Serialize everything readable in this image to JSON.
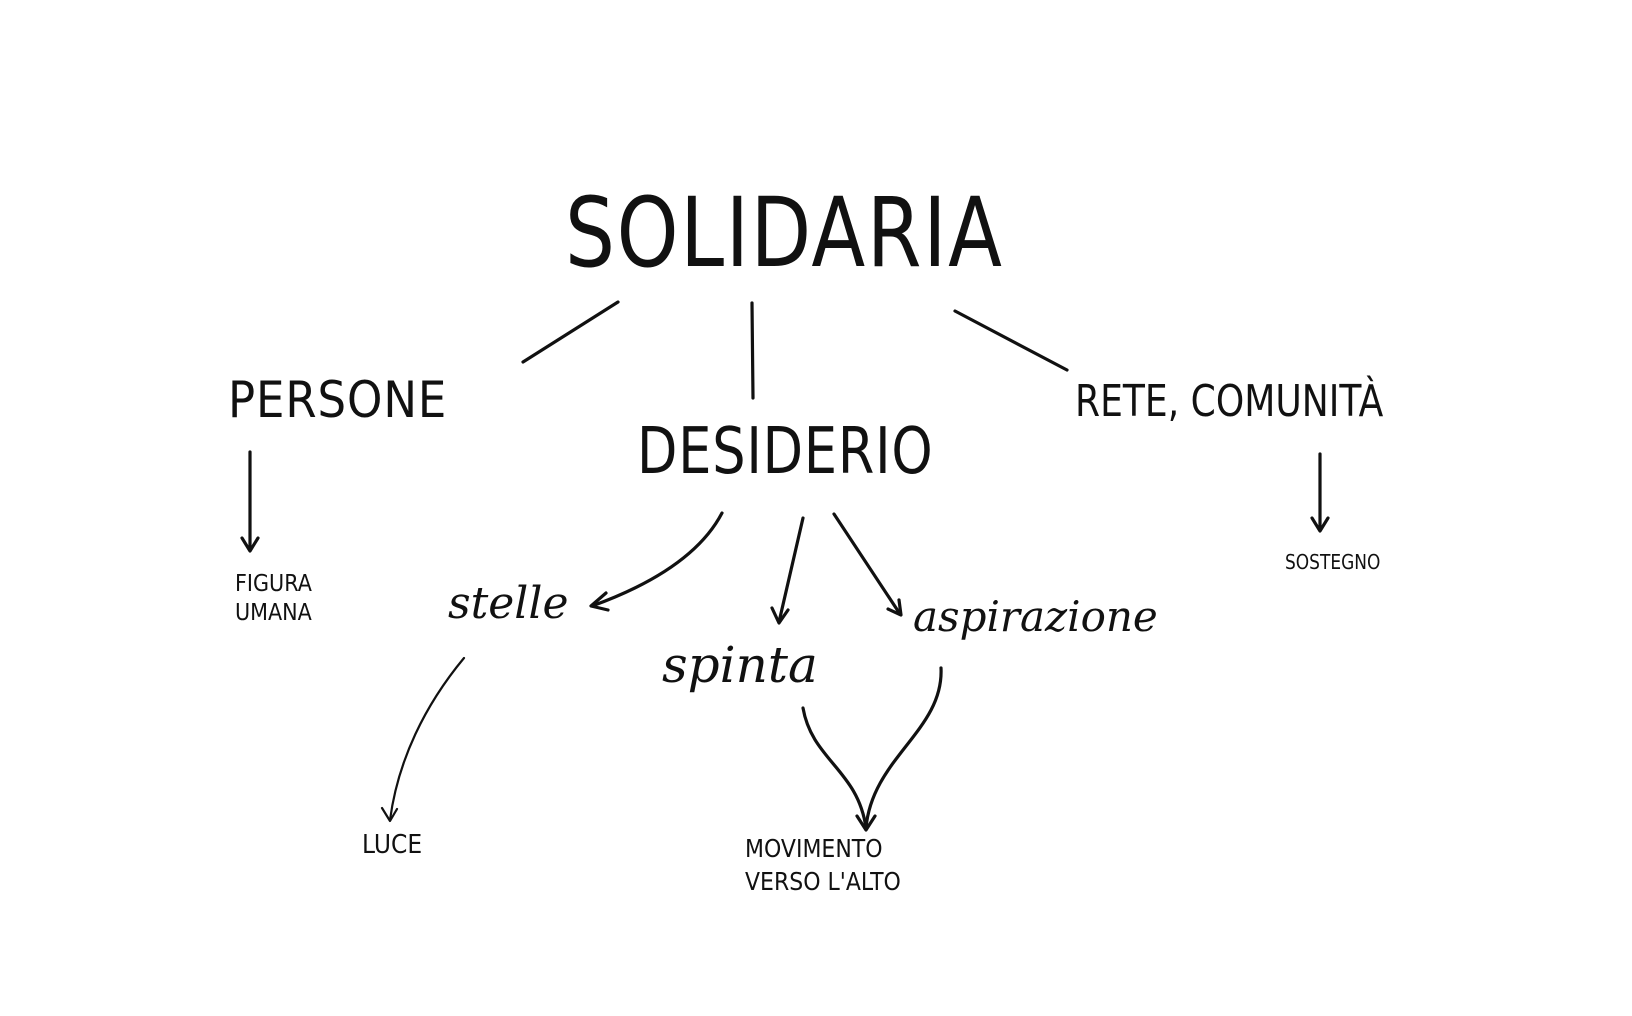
{
  "diagram": {
    "root": "SOLIDARIA",
    "branches": [
      {
        "id": "persone",
        "label": "PERSONE",
        "children": [
          {
            "id": "figura",
            "lines": [
              "FIGURA",
              "UMANA"
            ]
          }
        ]
      },
      {
        "id": "desiderio",
        "label": "DESIDERIO",
        "children": [
          {
            "id": "stelle",
            "label": "stelle",
            "children": [
              {
                "id": "luce",
                "label": "LUCE"
              }
            ]
          },
          {
            "id": "spinta",
            "label": "spinta"
          },
          {
            "id": "aspirazione",
            "label": "aspirazione"
          }
        ],
        "merge": {
          "from": [
            "spinta",
            "aspirazione"
          ],
          "lines": [
            "MOVIMENTO",
            "VERSO L'ALTO"
          ]
        }
      },
      {
        "id": "rete",
        "label": "RETE, COMUNITÀ",
        "children": [
          {
            "id": "sostegno",
            "label": "SOSTEGNO"
          }
        ]
      }
    ],
    "colors": {
      "ink": "#111111",
      "background": "#ffffff"
    }
  }
}
